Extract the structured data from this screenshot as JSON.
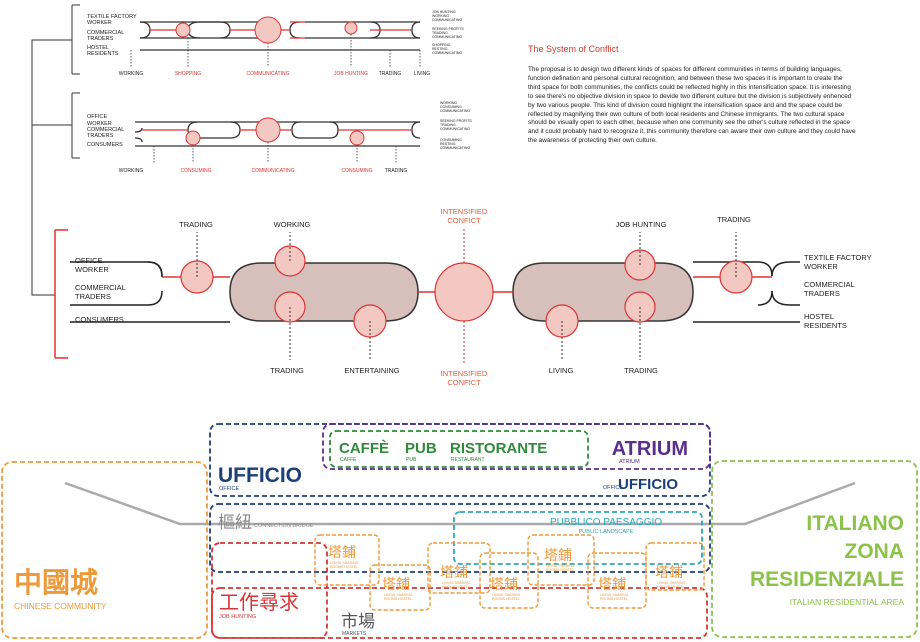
{
  "colors": {
    "accent_red": "#d23a2a",
    "node_fill": "#f3c7c2",
    "blob_fill": "#d7bfbb",
    "orange": "#ef9a3a",
    "green_light": "#8bc34a",
    "green_dark": "#2f8a3b",
    "navy": "#1d3f7c",
    "purple": "#5b2d8c",
    "teal": "#2ea8b5",
    "red_zone": "#d63636",
    "grey": "#666666"
  },
  "panel_top": {
    "groups": [
      "TEXTILE FACTORY",
      "WORKER",
      "COMMERCIAL",
      "TRADERS",
      "HOSTEL",
      "RESIDENTS"
    ],
    "right_notes": [
      "JOB HUNTING",
      "WORKING",
      "COMMUNICATING",
      "SEEKING PROFITS",
      "TRADING",
      "COMMUNICATING",
      "SHOPPING",
      "RESTING",
      "COMMUNICATING"
    ],
    "bottom": [
      "WORKING",
      "SHOPPING",
      "COMMUNICATING",
      "JOB HUNTING",
      "TRADING",
      "LIVING"
    ]
  },
  "panel_mid": {
    "groups": [
      "OFFICE",
      "WORKER",
      "COMMERCIAL",
      "TRADERS",
      "CONSUMERS"
    ],
    "right_notes": [
      "WORKING",
      "CONSUMING",
      "COMMUNICATING",
      "SEEKING PROFITS",
      "TRADING",
      "COMMUNICATING",
      "CONSUMING",
      "RESTING",
      "COMMUNICATING"
    ],
    "bottom": [
      "WORKING",
      "CONSUMING",
      "COMMUNICATING",
      "CONSUMING",
      "TRADING"
    ]
  },
  "panel_big": {
    "left_groups": [
      "OFFICE",
      "WORKER",
      "COMMERCIAL",
      "TRADERS",
      "CONSUMERS"
    ],
    "right_groups": [
      "TEXTILE FACTORY",
      "WORKER",
      "COMMERCIAL",
      "TRADERS",
      "HOSTEL",
      "RESIDENTS"
    ],
    "top_labels": [
      "TRADING",
      "WORKING",
      "JOB HUNTING",
      "TRADING"
    ],
    "bottom_labels": [
      "TRADING",
      "ENTERTAINING",
      "LIVING",
      "TRADING"
    ],
    "intensified_top": [
      "INTENSIFIED",
      "CONFICT"
    ],
    "intensified_bottom": [
      "INTENSIFIED",
      "CONFICT"
    ]
  },
  "text": {
    "title": "The System of Conflict",
    "body": "The proposal is to design two different kinds of spaces for different communities in terms of building languages, function defination and personal cultural recognition, and between these two spaces it is important to create the third space for both communities, the conflicts could be reflected highly in this intensification space. It is interesting to see there's no objective division in space to devide two different culture but the division is subjectively enhenced by two various people. This kind of division could highlight the intensification space and and the space could be reflected by magnifying their own culture of both local residents and Chinese immigrants. The two cultural space should be visually open to each other, because when one community see the other's culture reflected in the space and it could probably hard to recognize it, this community therefore can aware their own culture and they could have the awareness of protecting their own culture."
  },
  "zones": {
    "chinese_title": "中國城",
    "chinese_sub": "CHINESE COMMUNITY",
    "italian_lines": [
      "ITALIANO",
      "ZONA",
      "RESIDENZIALE"
    ],
    "italian_sub": "ITALIAN RESIDENTIAL AREA",
    "ufficio_left": "UFFICIO",
    "ufficio_left_sub": "OFFICE",
    "ufficio_right": "UFFICIO",
    "ufficio_right_sub": "OFFICE",
    "caffe": "CAFFÈ",
    "caffe_sub": "CAFFE",
    "pub": "PUB",
    "pub_sub": "PUB",
    "ristorante": "RISTORANTE",
    "ristorante_sub": "RESTAURANT",
    "atrium": "ATRIUM",
    "atrium_sub": "ATRIUM",
    "bridge": "樞紐",
    "bridge_sub": "CONNECTION BRIDGE",
    "public": "PUBBLICO PAESAGGIO",
    "public_sub": "PUBLIC LANDSCAPE",
    "job": "工作尋求",
    "job_sub": "JOB HUNTING",
    "market": "市場",
    "market_sub": "MARKETS",
    "tower": "塔鋪",
    "tower_sub1": "LIVING SHARING",
    "tower_sub2": "ROOMS HOSTEL"
  }
}
